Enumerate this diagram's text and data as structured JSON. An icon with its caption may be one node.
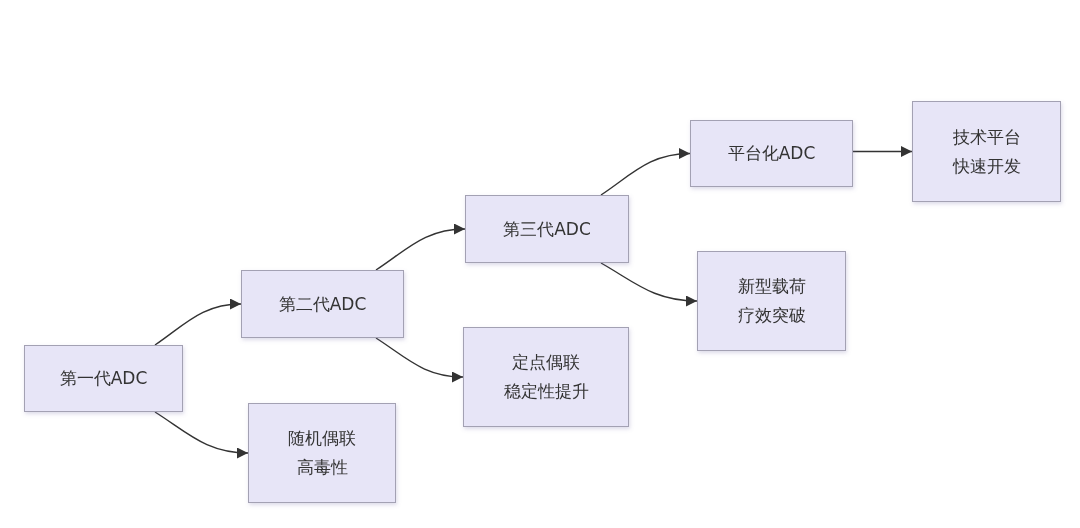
{
  "diagram": {
    "nodes": [
      {
        "text": [
          "第一代ADC"
        ]
      },
      {
        "text": [
          "第二代ADC"
        ]
      },
      {
        "text": [
          "随机偶联",
          "高毒性"
        ]
      },
      {
        "text": [
          "第三代ADC"
        ]
      },
      {
        "text": [
          "定点偶联",
          "稳定性提升"
        ]
      },
      {
        "text": [
          "平台化ADC"
        ]
      },
      {
        "text": [
          "新型载荷",
          "疗效突破"
        ]
      },
      {
        "text": [
          "技术平台",
          "快速开发"
        ]
      }
    ],
    "edges": [
      {
        "from": 0,
        "to": 1,
        "arrow": "to"
      },
      {
        "from": 0,
        "to": 2,
        "arrow": "to"
      },
      {
        "from": 1,
        "to": 3,
        "arrow": "to"
      },
      {
        "from": 1,
        "to": 4,
        "arrow": "to"
      },
      {
        "from": 3,
        "to": 5,
        "arrow": "to"
      },
      {
        "from": 3,
        "to": 6,
        "arrow": "to"
      },
      {
        "from": 5,
        "to": 7,
        "arrow": "to"
      }
    ]
  }
}
